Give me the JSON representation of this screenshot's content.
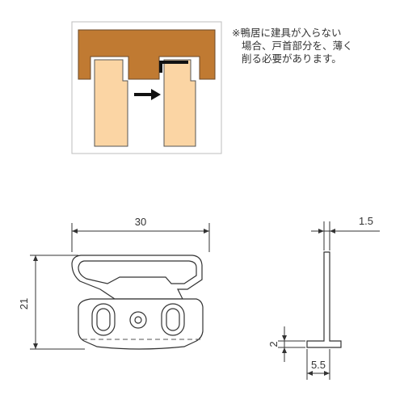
{
  "note": {
    "line1": "※鴨居に建具が入らない",
    "line2": "場合、戸首部分を、薄く",
    "line3": "削る必要があります。"
  },
  "dimensions": {
    "width": "30",
    "height": "21",
    "thickness": "1.5",
    "foot_height": "2",
    "foot_width": "5.5"
  },
  "colors": {
    "header_wood": "#c07a32",
    "door_wood": "#fbd5a4",
    "arrow": "#111111"
  }
}
